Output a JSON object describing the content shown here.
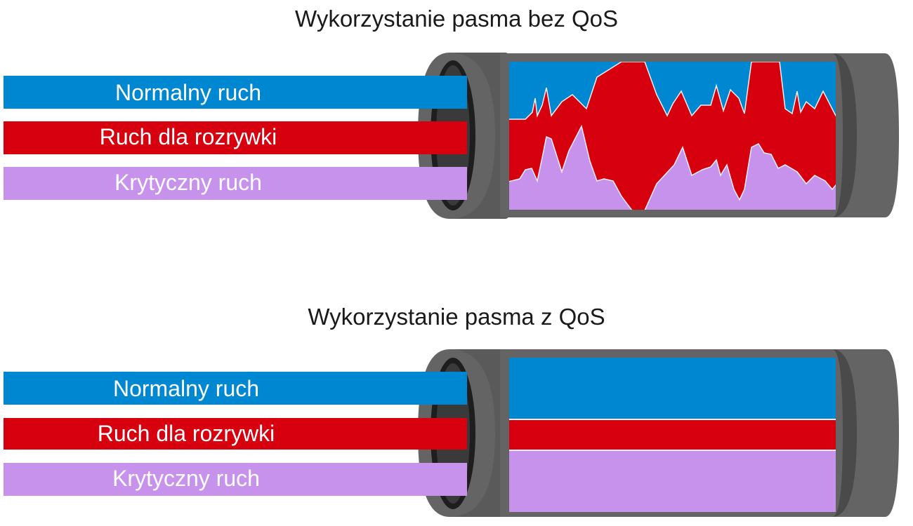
{
  "colors": {
    "normal": "#0087d2",
    "entertainment": "#d7000f",
    "critical": "#c792ec",
    "pipe_dark": "#646464",
    "pipe_inner": "#2b2b2b",
    "divider": "#f0f0f0"
  },
  "diagrams": [
    {
      "title": "Wykorzystanie pasma bez QoS",
      "bands": [
        {
          "label": "Normalny ruch",
          "color_key": "normal"
        },
        {
          "label": "Ruch dla rozrywki",
          "color_key": "entertainment"
        },
        {
          "label": "Krytyczny ruch",
          "color_key": "critical"
        }
      ]
    },
    {
      "title": "Wykorzystanie pasma z QoS",
      "bands": [
        {
          "label": "Normalny ruch",
          "color_key": "normal"
        },
        {
          "label": "Ruch dla rozrywki",
          "color_key": "entertainment"
        },
        {
          "label": "Krytyczny ruch",
          "color_key": "critical"
        }
      ]
    }
  ]
}
